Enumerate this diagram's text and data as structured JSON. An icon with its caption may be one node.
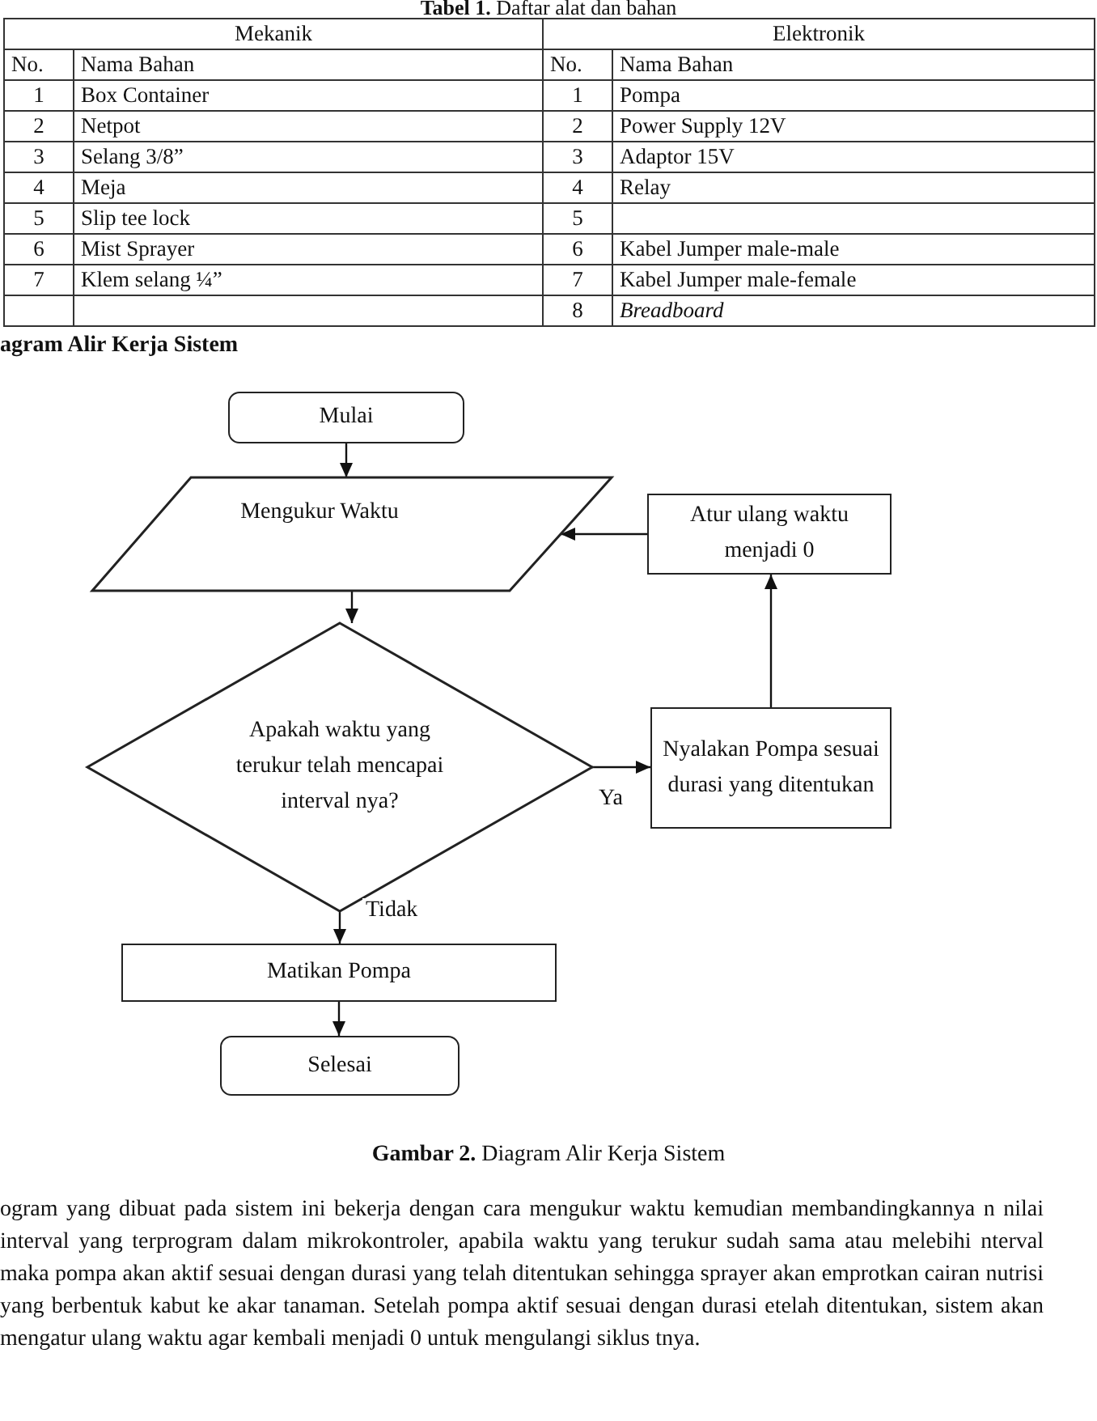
{
  "diagram": {
    "title": "agram Alir Kerja Sistem",
    "caption": "**Gambar 2.** Diagram Alir Kerja Sistem",
    "nodes": [
      {
        "text": [
          "Mulai"
        ]
      },
      {
        "text": [
          "Mengukur Waktu"
        ]
      },
      {
        "text": [
          "Atur ulang waktu menjadi 0"
        ]
      },
      {
        "text": [
          "Apakah waktu yang terukur telah mencapai interval nya?"
        ]
      },
      {
        "text": [
          "Nyalakan Pompa sesuai durasi yang ditentukan"
        ]
      },
      {
        "text": [
          "Matikan Pompa"
        ]
      },
      {
        "text": [
          "Selesai"
        ]
      }
    ],
    "edges": [
      {
        "from": 0,
        "to": 1,
        "arrow": "to"
      },
      {
        "from": 1,
        "to": 3,
        "arrow": "to"
      },
      {
        "from": 3,
        "to": 4,
        "arrow": "to",
        "label": "Ya"
      },
      {
        "from": 4,
        "to": 2,
        "arrow": "to"
      },
      {
        "from": 2,
        "to": 1,
        "arrow": "to"
      },
      {
        "from": 3,
        "to": 5,
        "arrow": "to",
        "label": "Tidak"
      },
      {
        "from": 5,
        "to": 6,
        "arrow": "to"
      }
    ],
    "labels": [
      "**Tabel 1.** Daftar alat dan bahan",
      "Mekanik",
      "Elektronik",
      "No.",
      "Nama Bahan",
      "No.",
      "Nama Bahan",
      "1",
      "Box Container",
      "1",
      "Pompa",
      "2",
      "Netpot",
      "2",
      "Power Supply 12V",
      "3",
      "Selang 3/8”",
      "3",
      "Adaptor 15V",
      "4",
      "Meja",
      "4",
      "Relay",
      "5",
      "Slip tee lock",
      "5",
      "6",
      "Mist Sprayer",
      "6",
      "Kabel Jumper male-male",
      "7",
      "Klem selang ¼”",
      "7",
      "Kabel Jumper male-female",
      "8",
      "Breadboard",
      "ogram yang dibuat pada sistem ini bekerja dengan cara mengukur waktu kemudian membandingkannya n nilai interval yang terprogram dalam mikrokontroler, apabila waktu yang terukur sudah sama atau melebihi nterval maka pompa akan aktif sesuai dengan durasi yang telah ditentukan sehingga sprayer akan emprotkan cairan nutrisi yang berbentuk kabut ke akar tanaman. Setelah pompa aktif sesuai dengan durasi etelah ditentukan, sistem akan mengatur ulang waktu agar kembali menjadi 0 untuk mengulangi siklus tnya."
    ]
  }
}
